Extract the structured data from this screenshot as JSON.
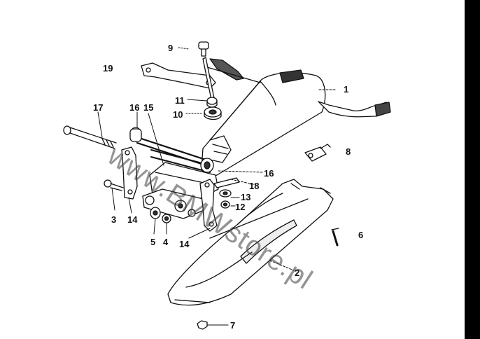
{
  "diagram": {
    "watermark": "www.BMWstore.pl",
    "colors": {
      "ink": "#111111",
      "shade": "#6b6b6b",
      "sideBar": "#000000"
    },
    "callouts": [
      {
        "id": "c1",
        "text": "1"
      },
      {
        "id": "c2",
        "text": "2"
      },
      {
        "id": "c3",
        "text": "3"
      },
      {
        "id": "c4",
        "text": "4"
      },
      {
        "id": "c5",
        "text": "5"
      },
      {
        "id": "c6",
        "text": "6"
      },
      {
        "id": "c7",
        "text": "7"
      },
      {
        "id": "c8",
        "text": "8"
      },
      {
        "id": "c9",
        "text": "9"
      },
      {
        "id": "c10",
        "text": "10"
      },
      {
        "id": "c11",
        "text": "11"
      },
      {
        "id": "c12",
        "text": "12"
      },
      {
        "id": "c13",
        "text": "13"
      },
      {
        "id": "c14a",
        "text": "14"
      },
      {
        "id": "c14b",
        "text": "14"
      },
      {
        "id": "c15",
        "text": "15"
      },
      {
        "id": "c16a",
        "text": "16"
      },
      {
        "id": "c16b",
        "text": "16"
      },
      {
        "id": "c17",
        "text": "17"
      },
      {
        "id": "c18",
        "text": "18"
      },
      {
        "id": "c19",
        "text": "19"
      }
    ]
  }
}
